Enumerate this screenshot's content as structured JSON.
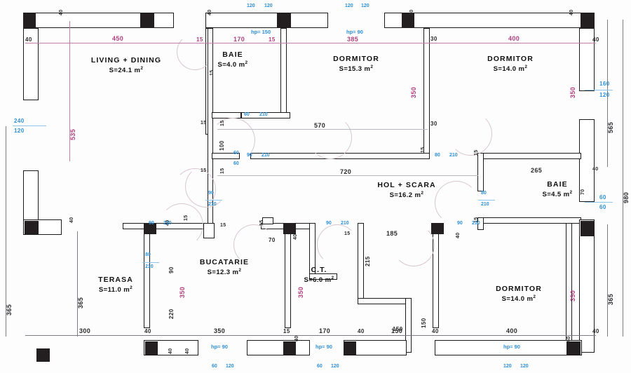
{
  "drawing": {
    "type": "architectural-floor-plan",
    "language": "ro",
    "units": "cm",
    "area_unit": "m²"
  },
  "rooms": [
    {
      "id": "living-dining",
      "name": "LIVING + DINING",
      "area": "S=24.1 m"
    },
    {
      "id": "baie-1",
      "name": "BAIE",
      "area": "S=4.0 m"
    },
    {
      "id": "dormitor-1",
      "name": "DORMITOR",
      "area": "S=15.3 m"
    },
    {
      "id": "dormitor-2",
      "name": "DORMITOR",
      "area": "S=14.0 m"
    },
    {
      "id": "baie-2",
      "name": "BAIE",
      "area": "S=4.5 m"
    },
    {
      "id": "hol-scara",
      "name": "HOL + SCARA",
      "area": "S=16.2 m"
    },
    {
      "id": "terasa",
      "name": "TERASA",
      "area": "S=11.0 m"
    },
    {
      "id": "bucatarie",
      "name": "BUCATARIE",
      "area": "S=12.3 m"
    },
    {
      "id": "ct",
      "name": "C.T.",
      "area": "S=6.0 m"
    },
    {
      "id": "dormitor-3",
      "name": "DORMITOR",
      "area": "S=14.0 m"
    }
  ],
  "dimensions": {
    "top_chain": [
      "40",
      "450",
      "15",
      "170",
      "15",
      "385",
      "30",
      "400",
      "40"
    ],
    "bottom_chain": [
      "300",
      "40",
      "350",
      "15",
      "170",
      "40",
      "150",
      "40",
      "400",
      "40"
    ],
    "left_chain": [
      "535",
      "365",
      "365"
    ],
    "right_chain": [
      "565",
      "365",
      "980"
    ],
    "interior": {
      "d_570": "570",
      "d_720": "720",
      "d_265": "265",
      "d_185": "185",
      "d_30_a": "30",
      "d_30_b": "30",
      "d_350_left": "350",
      "d_350_right": "350",
      "d_350_ct": "350",
      "d_350_dorm3": "350",
      "d_220": "220",
      "d_215": "215",
      "d_100": "100",
      "d_90": "90",
      "d_70": "70",
      "d_150": "150",
      "d_15_list": [
        "15",
        "15",
        "15",
        "15",
        "15",
        "15",
        "15",
        "15",
        "15"
      ],
      "d_40_list": [
        "40",
        "40",
        "40",
        "40",
        "40",
        "40",
        "40",
        "40"
      ],
      "d_120": "120",
      "d_240": "240"
    }
  },
  "openings": {
    "windows": [
      {
        "id": "w-living-a",
        "w": "120",
        "h": "120"
      },
      {
        "id": "w-living-b",
        "w": "120",
        "h": "120"
      },
      {
        "id": "w-baie1",
        "w": "60",
        "h": "60"
      },
      {
        "id": "w-dorm1",
        "w": "120",
        "h": "120"
      },
      {
        "id": "w-dorm2",
        "w": "120",
        "h": "120"
      },
      {
        "id": "w-right-a",
        "w": "160",
        "h": "120"
      },
      {
        "id": "w-right-b",
        "w": "60",
        "h": "60"
      },
      {
        "id": "w-left",
        "w": "240",
        "h": "120"
      },
      {
        "id": "w-bottom-a",
        "w": "60",
        "h": "120"
      },
      {
        "id": "w-bottom-b",
        "w": "60",
        "h": "120"
      },
      {
        "id": "w-bottom-c",
        "w": "120",
        "h": "120"
      },
      {
        "id": "w-bottom-d",
        "w": "120",
        "h": "120"
      }
    ],
    "doors": [
      {
        "id": "d-baie1",
        "w": "60",
        "h": "210"
      },
      {
        "id": "d-hol-a",
        "w": "90",
        "h": "210"
      },
      {
        "id": "d-hol-b",
        "w": "90",
        "h": "210"
      },
      {
        "id": "d-buc",
        "w": "90",
        "h": "210"
      },
      {
        "id": "d-ct",
        "w": "80",
        "h": "210"
      },
      {
        "id": "d-dorm1",
        "w": "80",
        "h": "210"
      },
      {
        "id": "d-baie2",
        "w": "80",
        "h": "210"
      },
      {
        "id": "d-dorm3",
        "w": "90",
        "h": "210"
      },
      {
        "id": "d-terasa",
        "w": "90",
        "h": "210"
      }
    ],
    "sill_notes": [
      "hp= 150",
      "hp= 90",
      "hp= 90",
      "hp= 90",
      "hp= 90"
    ]
  },
  "colors": {
    "wall_stroke": "#1a1a1a",
    "column_fill": "#231f20",
    "dim_black": "#2b2b2b",
    "dim_magenta": "#b0407f",
    "dim_blue": "#2e8fd6",
    "swing_arc": "#d8c6d1",
    "paper": "#ffffff"
  }
}
